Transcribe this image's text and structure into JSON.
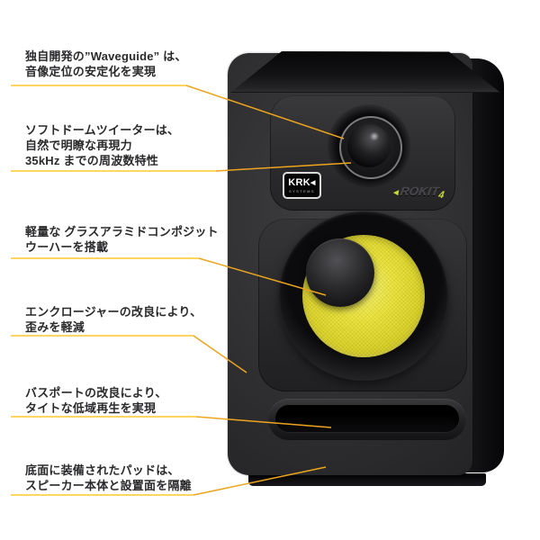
{
  "page": {
    "background_color": "#ffffff"
  },
  "speaker": {
    "badge": {
      "brand": "KRK",
      "arrow": "◀",
      "systems": "SYSTEMS"
    },
    "model_logo": {
      "arrow": "◄",
      "name": "ROKIT",
      "number": "4"
    },
    "colors": {
      "body_dark": "#29292b",
      "woofer_yellow": "#e9e23c",
      "logo_green": "#c8da36",
      "underline_yellow": "#ffd14b",
      "leader_orange": "#eda51e",
      "annotation_text": "#2a2a2c"
    }
  },
  "annotations": [
    {
      "id": "waveguide",
      "lines": [
        "独自開発の”Waveguide” は、",
        "音像定位の安定化を実現"
      ]
    },
    {
      "id": "tweeter",
      "lines": [
        "ソフトドームツイーターは、",
        "自然で明瞭な再現力",
        "35kHz までの周波数特性"
      ]
    },
    {
      "id": "woofer",
      "lines": [
        "軽量な グラスアラミドコンポジット",
        "ウーハーを搭載"
      ]
    },
    {
      "id": "enclosure",
      "lines": [
        "エンクロージャーの改良により、",
        "歪みを軽減"
      ]
    },
    {
      "id": "bass_port",
      "lines": [
        "バスポートの改良により、",
        "タイトな低域再生を実現"
      ]
    },
    {
      "id": "bottom_pad",
      "lines": [
        "底面に装備されたパッドは、",
        "スピーカー本体と設置面を隔離"
      ]
    }
  ]
}
